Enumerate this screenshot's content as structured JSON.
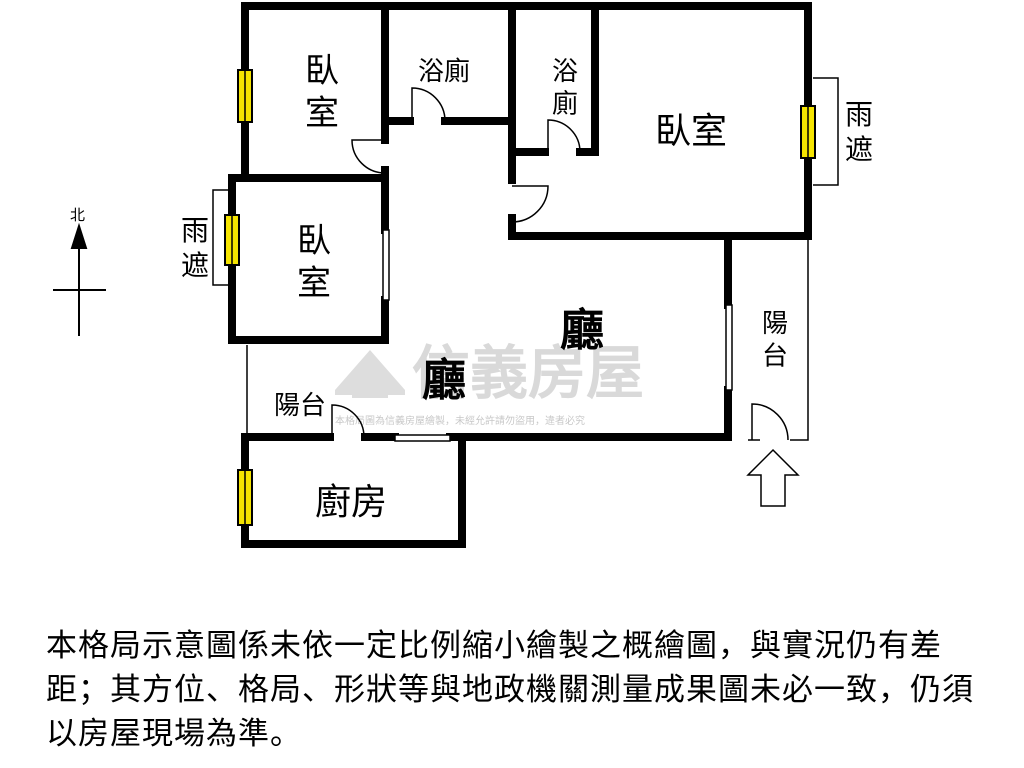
{
  "rooms": {
    "bedroom_top_left": "臥\n室",
    "bathroom_1": "浴廁",
    "bathroom_2": "浴\n廁",
    "bedroom_right": "臥室",
    "bedroom_middle": "臥\n室",
    "living_1": "廳",
    "living_2": "廳",
    "balcony_left": "陽台",
    "balcony_right": "陽\n台",
    "kitchen": "廚房",
    "canopy_right": "雨\n遮",
    "canopy_left": "雨\n遮"
  },
  "compass": {
    "north": "北"
  },
  "watermark": {
    "brand": "信義房屋",
    "notice": "本格局圖為信義房屋繪製，未經允許請勿盜用，違者必究"
  },
  "disclaimer": "本格局示意圖係未依一定比例縮小繪製之概繪圖，與實況仍有差距；其方位、格局、形狀等與地政機關測量成果圖未必一致，仍須以房屋現場為準。",
  "colors": {
    "wall": "#000000",
    "window": "#f5e400",
    "watermark": "#d8d8d8"
  }
}
